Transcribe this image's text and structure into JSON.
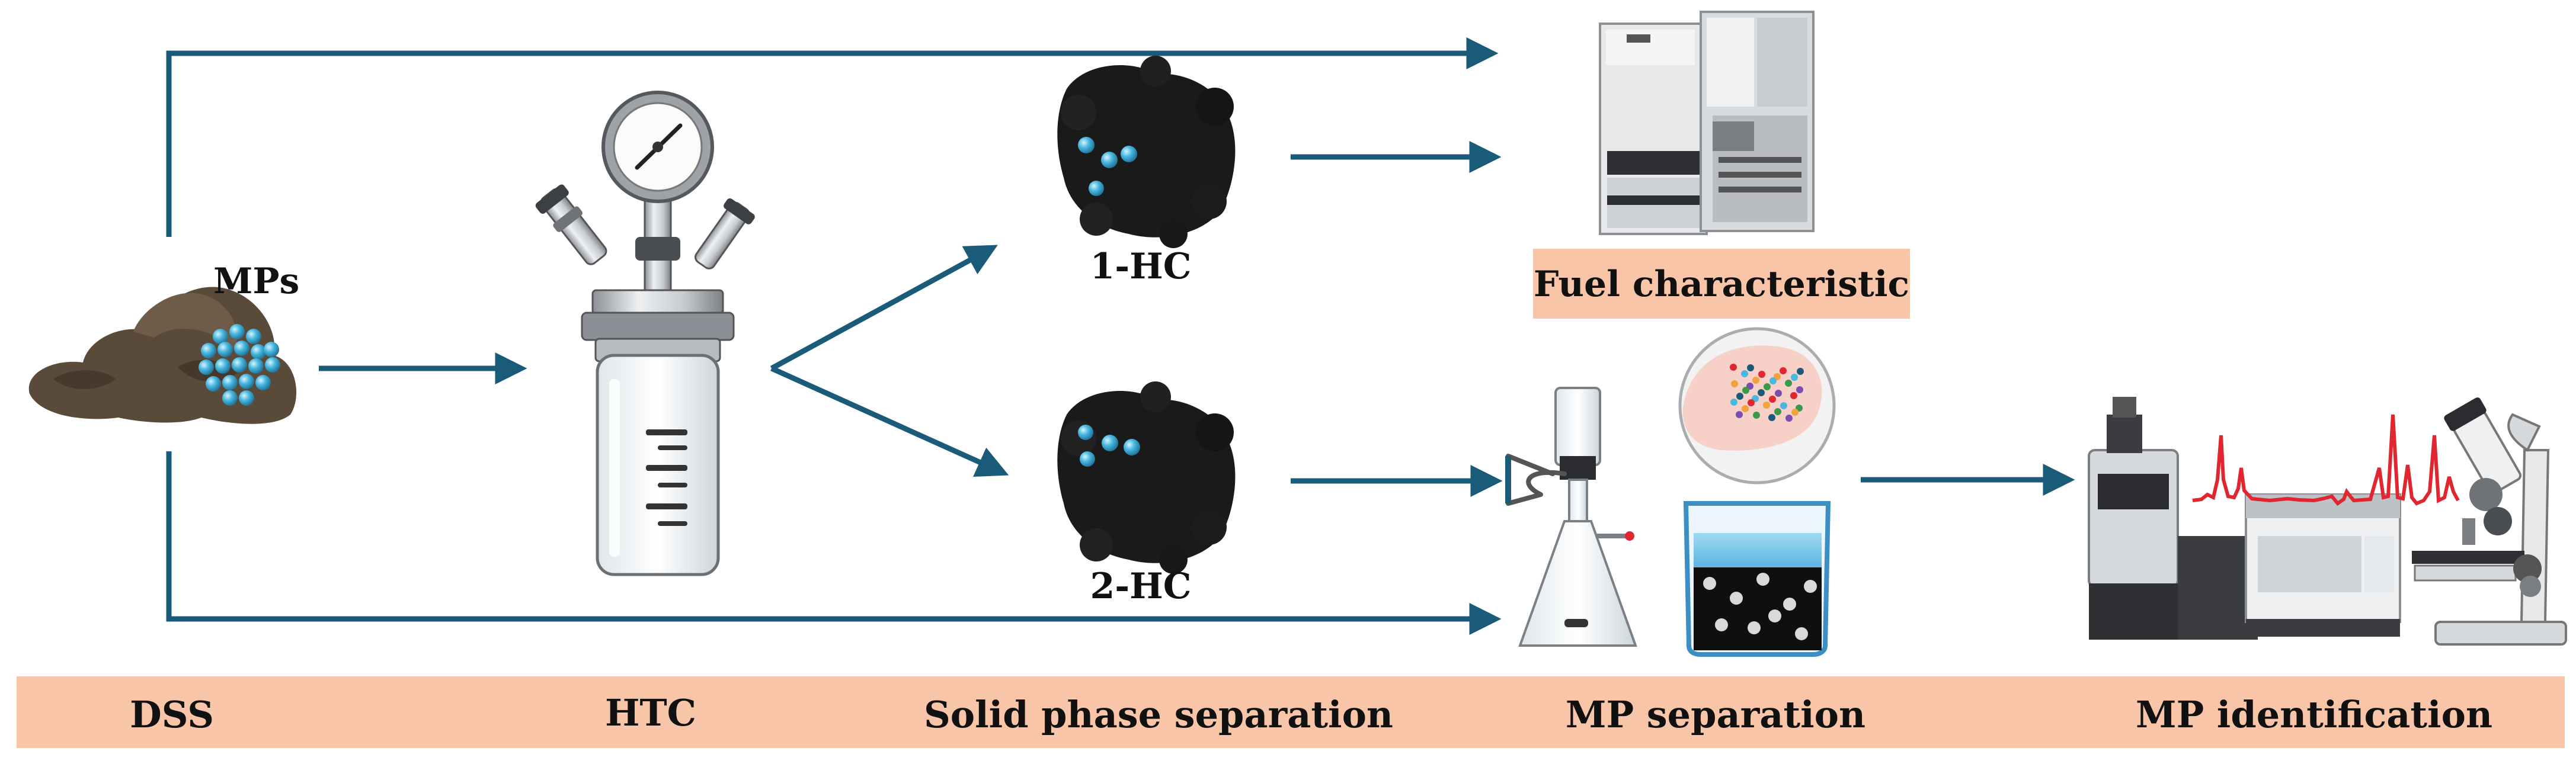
{
  "colors": {
    "arrow": "#1b5b7a",
    "band": "#f9c5a8",
    "label_box": "#f9c5a8",
    "char_dark": "#1a1a1a",
    "particle": "#48b8e0",
    "spectrum": "#e0262e",
    "sludge": "#5a4a3a"
  },
  "labels": {
    "mps": "MPs",
    "hc1": "1-HC",
    "hc2": "2-HC",
    "fuel": "Fuel characteristic"
  },
  "stages": [
    "DSS",
    "HTC",
    "Solid phase separation",
    "MP separation",
    "MP identification"
  ],
  "icons": {
    "sludge": "sludge-with-microplastics-icon",
    "reactor": "htc-reactor-icon",
    "hydrochar": "hydrochar-icon",
    "analyzer": "fuel-analyzer-icon",
    "filtration": "vacuum-filtration-icon",
    "beaker": "density-separation-beaker-icon",
    "spectrometer": "ftir-spectrometer-icon",
    "microscope": "microscope-icon"
  }
}
